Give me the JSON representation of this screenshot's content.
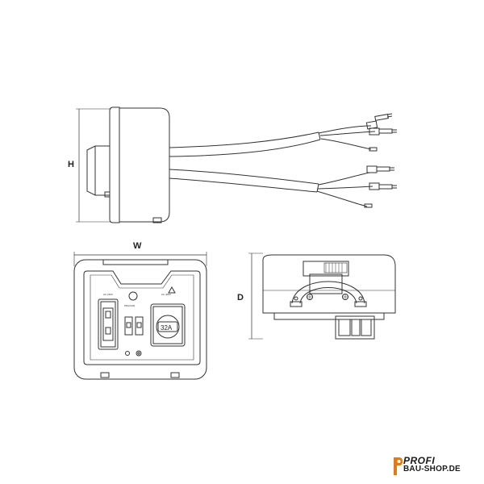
{
  "dimensions": {
    "height_label": "H",
    "width_label": "W",
    "depth_label": "D"
  },
  "front_panel": {
    "socket_rating": "32A"
  },
  "logo": {
    "line1": "PROFI",
    "line2": "BAU-SHOP.DE",
    "colors": {
      "accent": "#e07b1a",
      "text": "#1a1a1a"
    }
  },
  "colors": {
    "stroke": "#333333",
    "background": "#ffffff"
  }
}
